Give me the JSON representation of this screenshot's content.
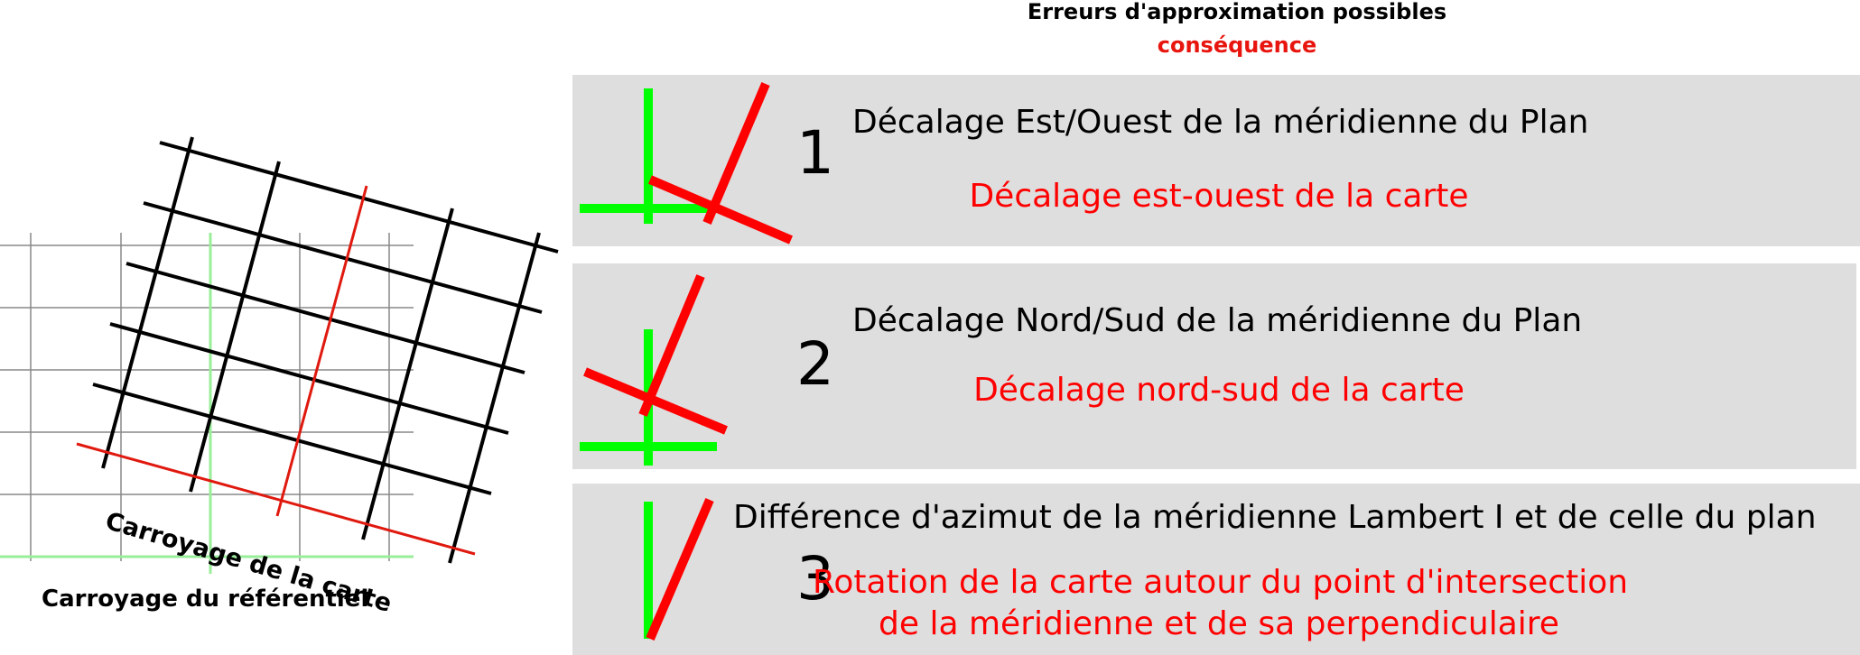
{
  "header": {
    "title": "Erreurs d'approximation possibles",
    "subtitle": "conséquence"
  },
  "left_figure": {
    "reference_grid_label": "Carroyage du référentiel",
    "map_grid_label": "Carroyage de la carte"
  },
  "errors": [
    {
      "number": "1",
      "heading": "Décalage Est/Ouest de la méridienne du Plan",
      "consequence": [
        "Décalage est-ouest de la carte"
      ]
    },
    {
      "number": "2",
      "heading": "Décalage Nord/Sud de la méridienne du Plan",
      "consequence": [
        "Décalage nord-sud de la carte"
      ]
    },
    {
      "number": "3",
      "heading": "Différence d'azimut de la méridienne Lambert I et de celle du plan",
      "consequence": [
        "Rotation de la carte autour du point d'intersection",
        "de la méridienne et de sa perpendiculaire"
      ]
    }
  ],
  "colors": {
    "reference_grid": "#888888",
    "reference_axis": "#99ee99",
    "map_grid": "#000000",
    "map_axis": "#e0190f",
    "icon_green": "#00ff00",
    "icon_red": "#ff0000",
    "panel_background": "#dedede"
  }
}
